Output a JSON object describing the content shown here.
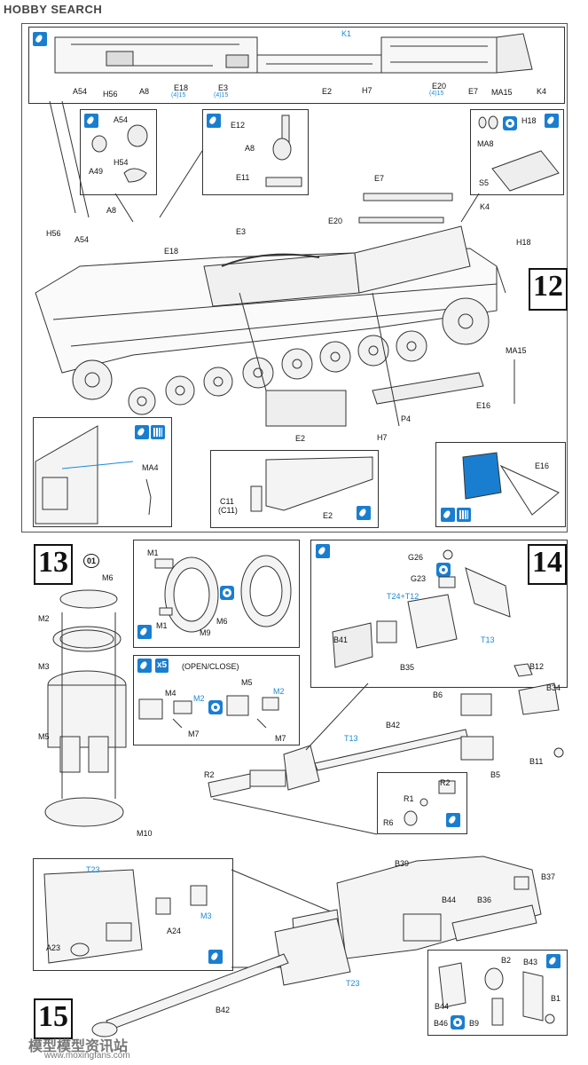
{
  "watermark": {
    "brand": "HOBBY SEARCH",
    "cn_site": "模型模型资讯站",
    "url": "www.moxingfans.com"
  },
  "steps": {
    "s12": "12",
    "s13": "13",
    "s14": "14",
    "s15": "15"
  },
  "step13_badge": "01",
  "open_close_label": "(OPEN/CLOSE)",
  "x5_label": "x5",
  "colors": {
    "accent_blue": "#1a7ed0",
    "label_blue": "#1a8ad4",
    "ink": "#111111"
  },
  "labels": {
    "top_box": [
      "K1",
      "A54",
      "H56",
      "A8",
      "E18",
      "(4)15",
      "E3",
      "(4)15",
      "E2",
      "H7",
      "E20",
      "(4)15",
      "E7",
      "MA15",
      "K4"
    ],
    "a54_box": [
      "A54",
      "A49",
      "H54"
    ],
    "e12_box": [
      "E12",
      "A8",
      "E11"
    ],
    "ma8_box": [
      "MA8",
      "H18",
      "S5"
    ],
    "hull": [
      "A8",
      "H56",
      "A54",
      "E18",
      "E3",
      "E7",
      "E20",
      "K4",
      "H18",
      "MA15",
      "E16",
      "P4",
      "H7",
      "E2",
      "12"
    ],
    "ma4_box": [
      "MA4"
    ],
    "c11_box": [
      "C11",
      "(C11)",
      "E2"
    ],
    "e16_box": [
      "E16"
    ],
    "step13": [
      "M6",
      "M2",
      "M3",
      "M5",
      "M10"
    ],
    "m1_box": [
      "M1",
      "M1",
      "M9",
      "M6"
    ],
    "openclose_box": [
      "M4",
      "M2",
      "M7",
      "M5",
      "M2",
      "M7"
    ],
    "step14_box": [
      "G26",
      "G23",
      "T24+T12",
      "B41",
      "B35",
      "T13"
    ],
    "barrel": [
      "B12",
      "B34",
      "B6",
      "B5",
      "B11",
      "B42",
      "T13",
      "R2"
    ],
    "r_box": [
      "R2",
      "R1",
      "R6"
    ],
    "step15_box": [
      "T23",
      "M3",
      "A24",
      "A23"
    ],
    "step15": [
      "B39",
      "B37",
      "B44",
      "B36",
      "T23",
      "B42"
    ],
    "b_box": [
      "B2",
      "B43",
      "B1",
      "B44",
      "B46",
      "B9"
    ]
  }
}
